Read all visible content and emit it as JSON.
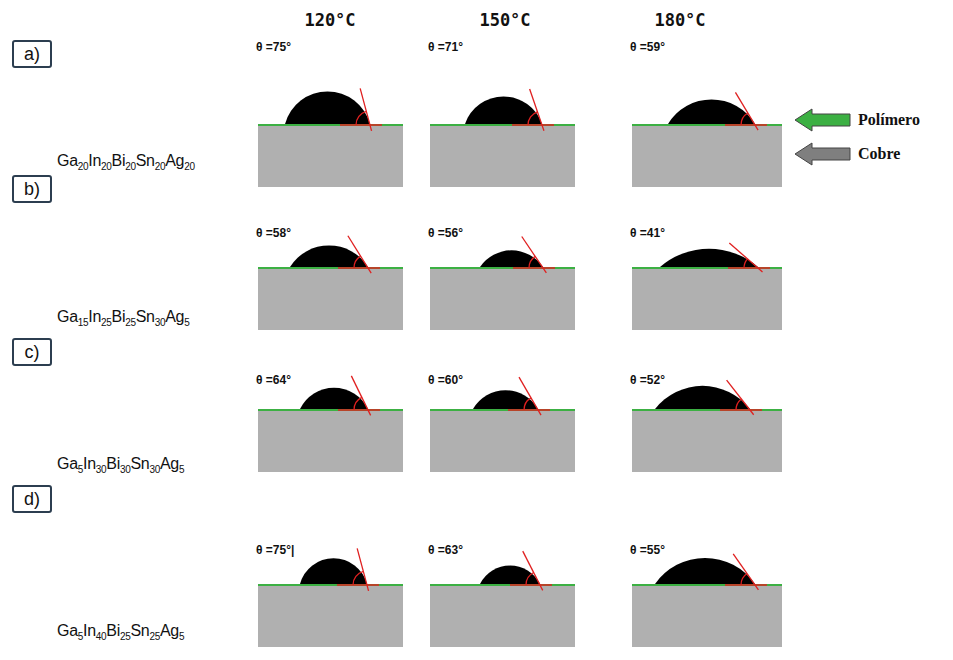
{
  "diagram": {
    "nodes": [
      {
        "text": [
          "a)"
        ]
      },
      {
        "text": [
          "b)"
        ]
      },
      {
        "text": [
          "c)"
        ]
      },
      {
        "text": [
          "d)"
        ]
      }
    ],
    "labels": [
      "120°C",
      "150°C",
      "180°C",
      "Ga20In20Bi20Sn20Ag20",
      "θ =75°",
      "θ =71°",
      "θ =59°",
      "Ga15In25Bi25Sn30Ag5",
      "θ =58°",
      "θ =56°",
      "θ =41°",
      "Ga5In30Bi30Sn30Ag5",
      "θ =64°",
      "θ =60°",
      "θ =52°",
      "Ga5In40Bi25Sn25Ag5",
      "θ =75°|",
      "θ =63°",
      "θ =55°"
    ],
    "legend": [
      {
        "text": "Polímero",
        "color": "#3cb043"
      },
      {
        "text": "Cobre",
        "color": "#7f7f7f"
      }
    ]
  }
}
